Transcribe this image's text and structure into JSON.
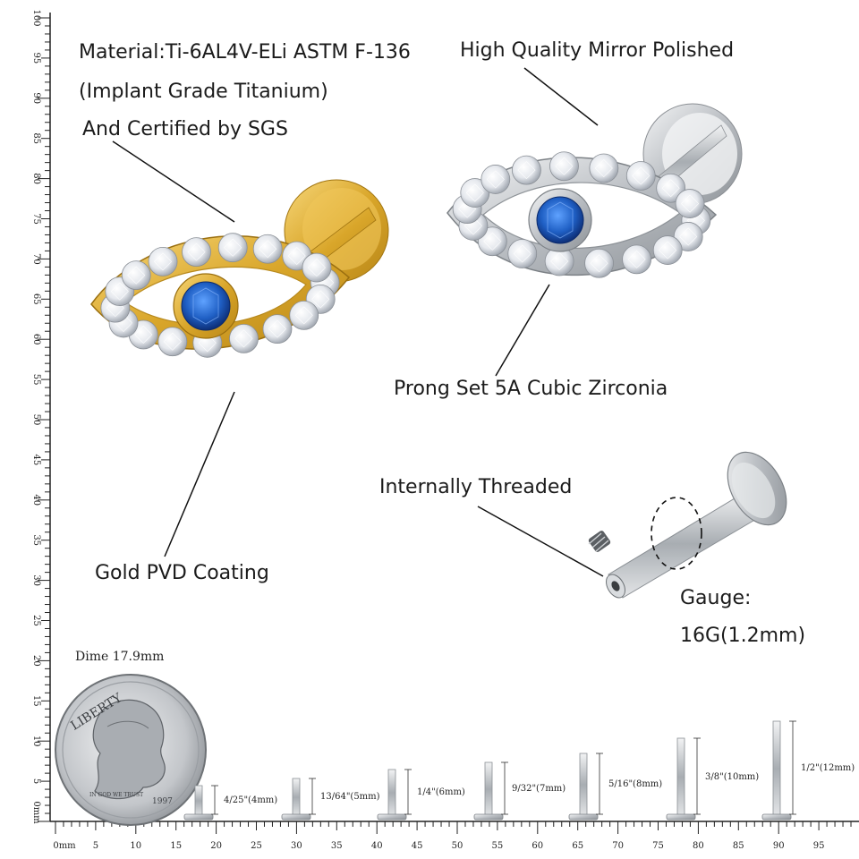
{
  "callouts": {
    "material_line1": "Material:Ti-6AL4V-ELi ASTM F-136",
    "material_line2": "(Implant Grade Titanium)",
    "material_line3": "And Certified by SGS",
    "mirror": "High Quality Mirror Polished",
    "prong": "Prong Set 5A Cubic Zirconia",
    "threaded": "Internally Threaded",
    "gold": "Gold PVD Coating",
    "gauge_line1": "Gauge:",
    "gauge_line2": "16G(1.2mm)"
  },
  "dime": {
    "label": "Dime 17.9mm",
    "rim_top": "LIBERTY",
    "motto": "IN GOD WE TRUST",
    "year": "1997"
  },
  "studs": [
    {
      "label": "4/25\"(4mm)"
    },
    {
      "label": "13/64\"(5mm)"
    },
    {
      "label": "1/4\"(6mm)"
    },
    {
      "label": "9/32\"(7mm)"
    },
    {
      "label": "5/16\"(8mm)"
    },
    {
      "label": "3/8\"(10mm)"
    },
    {
      "label": "1/2\"(12mm)"
    }
  ],
  "ruler_x": {
    "unit_label": "0mm",
    "labels": [
      "5",
      "10",
      "15",
      "20",
      "25",
      "30",
      "35",
      "40",
      "45",
      "50",
      "55",
      "60",
      "65",
      "70",
      "75",
      "80",
      "85",
      "90",
      "95",
      "10"
    ]
  },
  "ruler_y": {
    "unit_label": "0mm",
    "labels": [
      "5",
      "10",
      "15",
      "20",
      "25",
      "30",
      "35",
      "40",
      "45",
      "50",
      "55",
      "60",
      "65",
      "70",
      "75",
      "80",
      "85",
      "90",
      "95",
      "100"
    ]
  },
  "colors": {
    "gold": "#e2b23d",
    "silver": "#c9ccd0",
    "blue_stone": "#1f5fc4",
    "text": "#1b1b1b"
  }
}
